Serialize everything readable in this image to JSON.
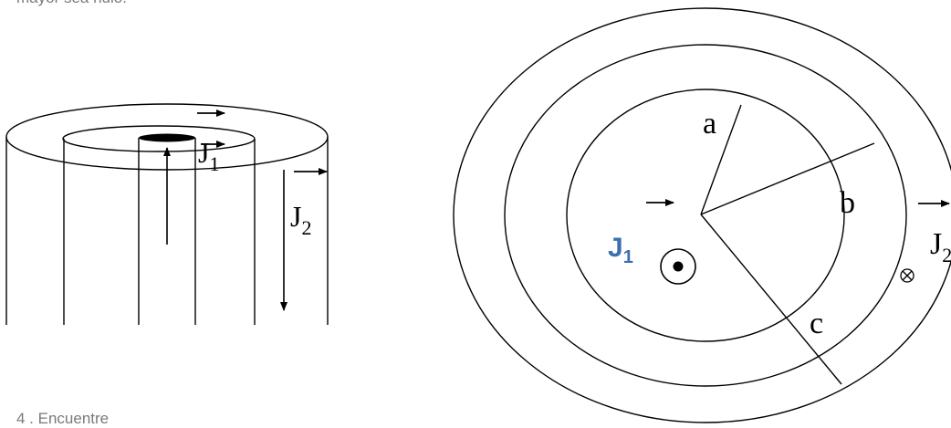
{
  "intro_text": "mayor sea nulo.",
  "footer_text": "4 . Encuentre",
  "cylinder": {
    "inner_label_main": "J",
    "inner_label_sub": "1",
    "outer_label_main": "J",
    "outer_label_sub": "2"
  },
  "cross_section": {
    "radius_a": "a",
    "radius_b": "b",
    "radius_c": "c",
    "inner_label_main": "J",
    "inner_label_sub": "1",
    "outer_label_main": "J",
    "outer_label_sub": "2",
    "inner_label_color": "#3d6fb0",
    "inner_current_direction": "dot-out-of-page",
    "outer_current_direction": "cross-into-page"
  }
}
